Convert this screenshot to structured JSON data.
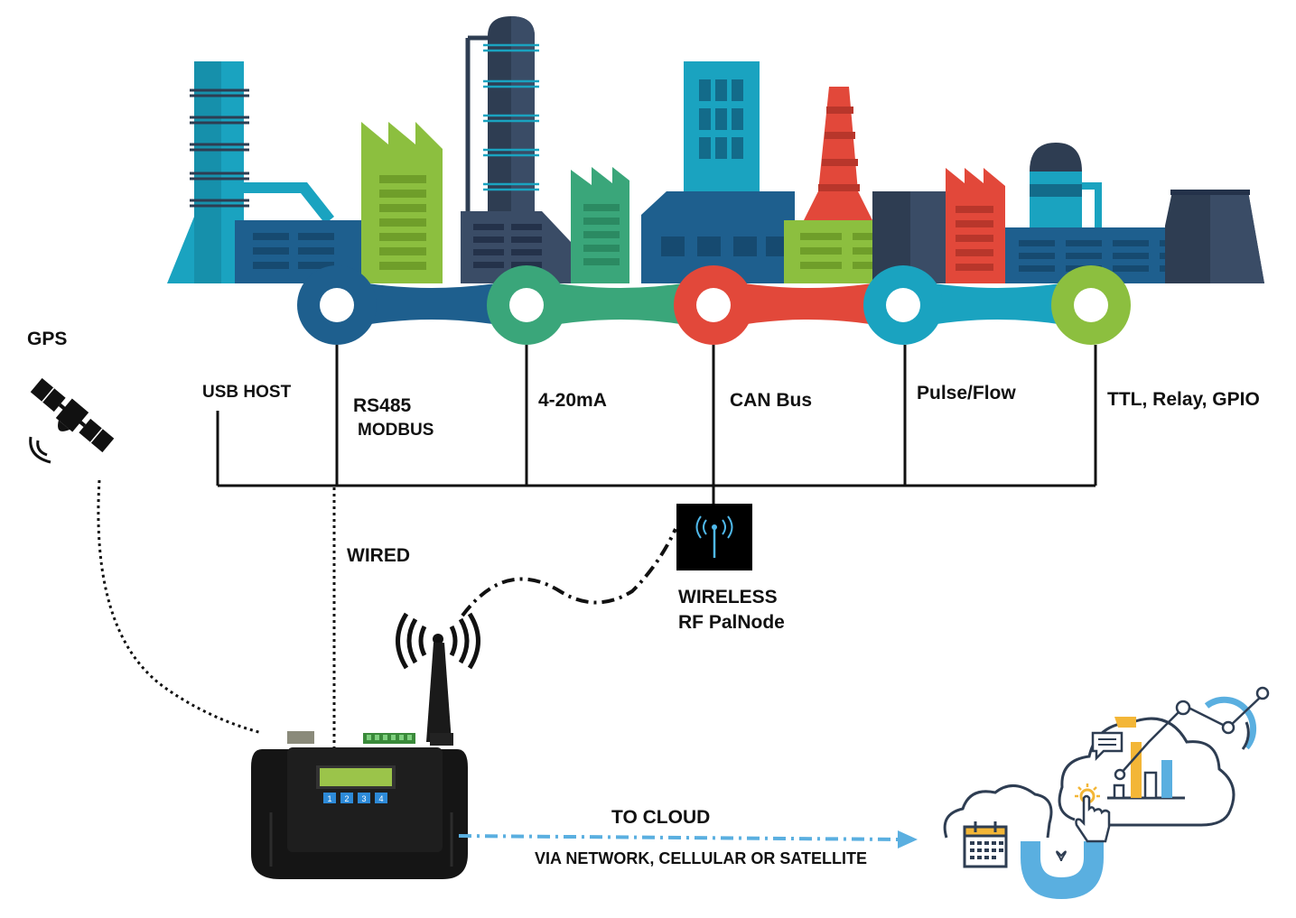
{
  "labels": {
    "gps": "GPS",
    "usb_host": "USB HOST",
    "rs485": "RS485",
    "modbus": "MODBUS",
    "ma": "4-20mA",
    "can": "CAN Bus",
    "pulse": "Pulse/Flow",
    "ttl": "TTL, Relay, GPIO",
    "wired": "WIRED",
    "wireless": "WIRELESS",
    "rf_node": "RF PalNode",
    "to_cloud": "TO CLOUD",
    "via": "VIA NETWORK, CELLULAR OR SATELLITE"
  },
  "device": {
    "keys": [
      "1",
      "2",
      "3",
      "4"
    ]
  },
  "colors": {
    "navy": "#1e5f8e",
    "teal": "#1aa3c0",
    "green": "#3aa67a",
    "lime": "#8cbf3f",
    "red": "#e2483a",
    "dark": "#2e3d52",
    "cloud_blue": "#5aafe0",
    "amber": "#f3b637"
  },
  "icons": [
    "satellite-icon",
    "antenna-icon",
    "wireless-node-icon",
    "calendar-icon",
    "cloud-icon",
    "hand-pointer-icon",
    "bar-chart-icon",
    "chat-icon",
    "gauge-icon"
  ]
}
